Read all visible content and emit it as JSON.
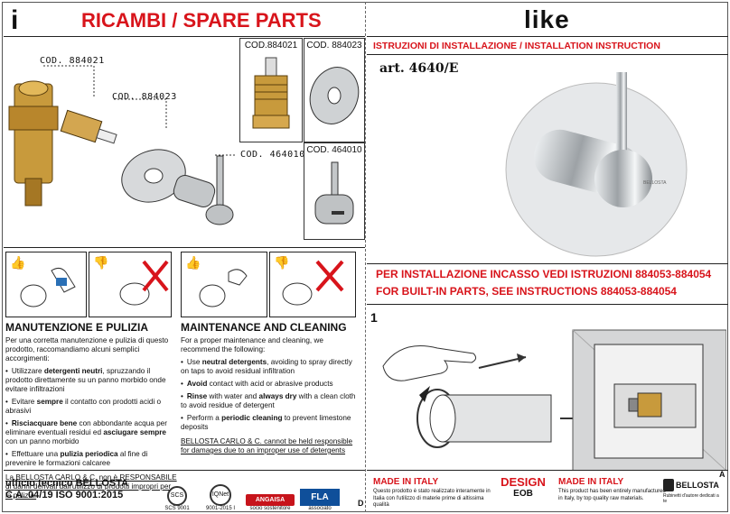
{
  "left": {
    "icon_letter": "i",
    "title": "RICAMBI / SPARE PARTS",
    "exploded_codes": [
      "COD. 884021",
      "COD. 884023",
      "COD. 464010"
    ],
    "part_boxes": [
      {
        "code": "COD.884021"
      },
      {
        "code": "COD. 884023"
      },
      {
        "code": "COD. 464010"
      }
    ],
    "maintenance_it": {
      "title": "MANUTENZIONE E PULIZIA",
      "intro": "Per una corretta manutenzione e pulizia di questo prodotto, raccomandiamo alcuni semplici accorgimenti:",
      "b1_pre": "Utilizzare ",
      "b1_bold": "detergenti neutri",
      "b1_post": ", spruzzando il prodotto direttamente su un panno morbido onde evitare infiltrazioni",
      "b2_pre": "Evitare ",
      "b2_bold": "sempre",
      "b2_post": " il contatto con prodotti acidi o abrasivi",
      "b3_bold": "Risciacquare bene",
      "b3_mid": " con abbondante acqua per eliminare eventuali residui ed ",
      "b3_bold2": "asciugare sempre",
      "b3_post": " con un panno morbido",
      "b4_pre": "Effettuare una ",
      "b4_bold": "pulizia periodica",
      "b4_post": " al fine di prevenire le formazioni calcaree",
      "disclaimer": "La BELLOSTA CARLO & C. non è RESPONSABILE di danni derivati dall'utilizzo di prodotti impropri per la pulizia."
    },
    "maintenance_en": {
      "title": "MAINTENANCE AND CLEANING",
      "intro": "For a proper maintenance and cleaning, we recommend the following:",
      "b1_pre": "Use ",
      "b1_bold": "neutral detergents",
      "b1_post": ", avoiding to spray directly on taps to avoid residual infiltration",
      "b2_bold": "Avoid",
      "b2_post": " contact with acid or abrasive products",
      "b3_bold": "Rinse",
      "b3_mid": " with water and ",
      "b3_bold2": "always dry",
      "b3_post": " with a clean cloth to avoid residue of detergent",
      "b4_pre": "Perform a ",
      "b4_bold": "periodic cleaning",
      "b4_post": " to prevent limestone deposits",
      "disclaimer": "BELLOSTA CARLO & C. cannot be held responsible for damages due to an improper use of detergents"
    },
    "footer": {
      "line1": "ufficio tecnico BELLOSTA",
      "line2": "C.A. 04/19  ISO 9001:2015",
      "logos": [
        {
          "name": "SCS",
          "caption": "SCS 9001"
        },
        {
          "name": "IQNet",
          "caption": "9001-2015 I"
        },
        {
          "name": "ANGAISA",
          "caption": "socio sostenitore"
        },
        {
          "name": "FLA",
          "caption": "associato"
        }
      ],
      "page_letter": "D"
    }
  },
  "right": {
    "brand": "like",
    "install_title": "ISTRUZIONI DI INSTALLAZIONE / INSTALLATION INSTRUCTION",
    "article": "art. 4640/E",
    "product_mark": "BELLOSTA",
    "notice_line1": "PER INSTALLAZIONE INCASSO VEDI ISTRUZIONI 884053-884054",
    "notice_line2": "FOR BUILT-IN PARTS, SEE INSTRUCTIONS 884053-884054",
    "step_number": "1",
    "footer": {
      "made_in_italy_it": "MADE IN ITALY",
      "made_text_it": "Questo prodotto è stato realizzato interamente in Italia con l'utilizzo di materie prime di altissima qualità",
      "design_title": "DESIGN",
      "design_code": "EOB",
      "made_in_italy_en": "MADE IN ITALY",
      "made_text_en": "This product has been entirely manufactured in Italy, by top quality raw materials.",
      "bellosta_logo": "BELLOSTA",
      "bellosta_sub": "Rubinetti d'autore dedicati a te",
      "page_letter": "A"
    }
  },
  "colors": {
    "accent_red": "#d8141b",
    "brass": "#c89a3c",
    "chrome": "#b9bcbe"
  }
}
